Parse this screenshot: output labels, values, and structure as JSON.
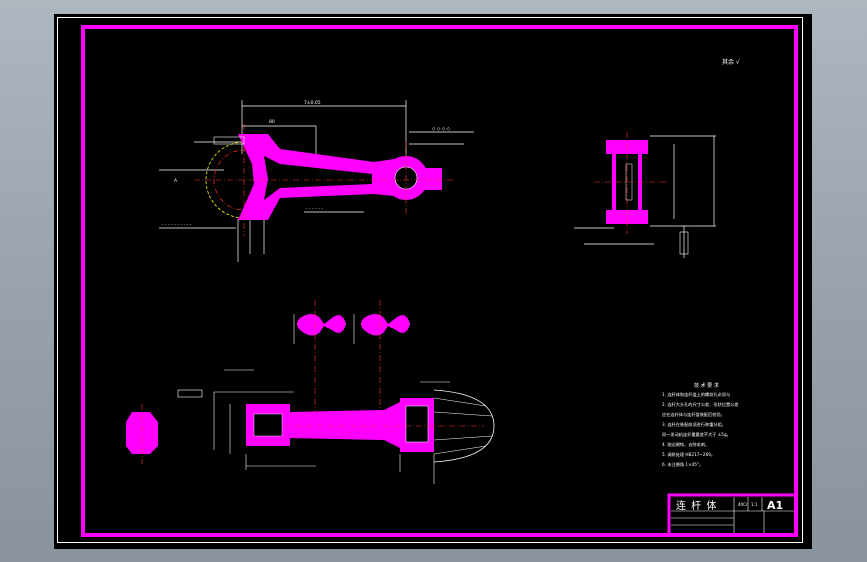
{
  "drawing": {
    "roughness_note": "其余 √",
    "tech_title": "技 术 要 求",
    "tech_lines": [
      "1. 连杆体和连杆盖上的螺纹孔必须与",
      "2. 连杆大头孔的尺寸公差、形状位置公差",
      "   应在连杆体与连杆盖装配后检验。",
      "3. 连杆在装配前须进行称重分组，",
      "   同一发动机连杆重量差不大于 ±5g。",
      "4. 锐边倒钝，去除毛刺。",
      "5. 调质处理 HB217~269。",
      "6. 未注倒角 1×45°。"
    ],
    "part_title": "连 杆 体",
    "sheet_size": "A1",
    "material": "40Cr",
    "scale": "1:1",
    "colors": {
      "frame": "#ff00ff",
      "part": "#ff00ff",
      "line": "#ffffff",
      "center": "#ff3030",
      "accent": "#ffff00"
    }
  }
}
